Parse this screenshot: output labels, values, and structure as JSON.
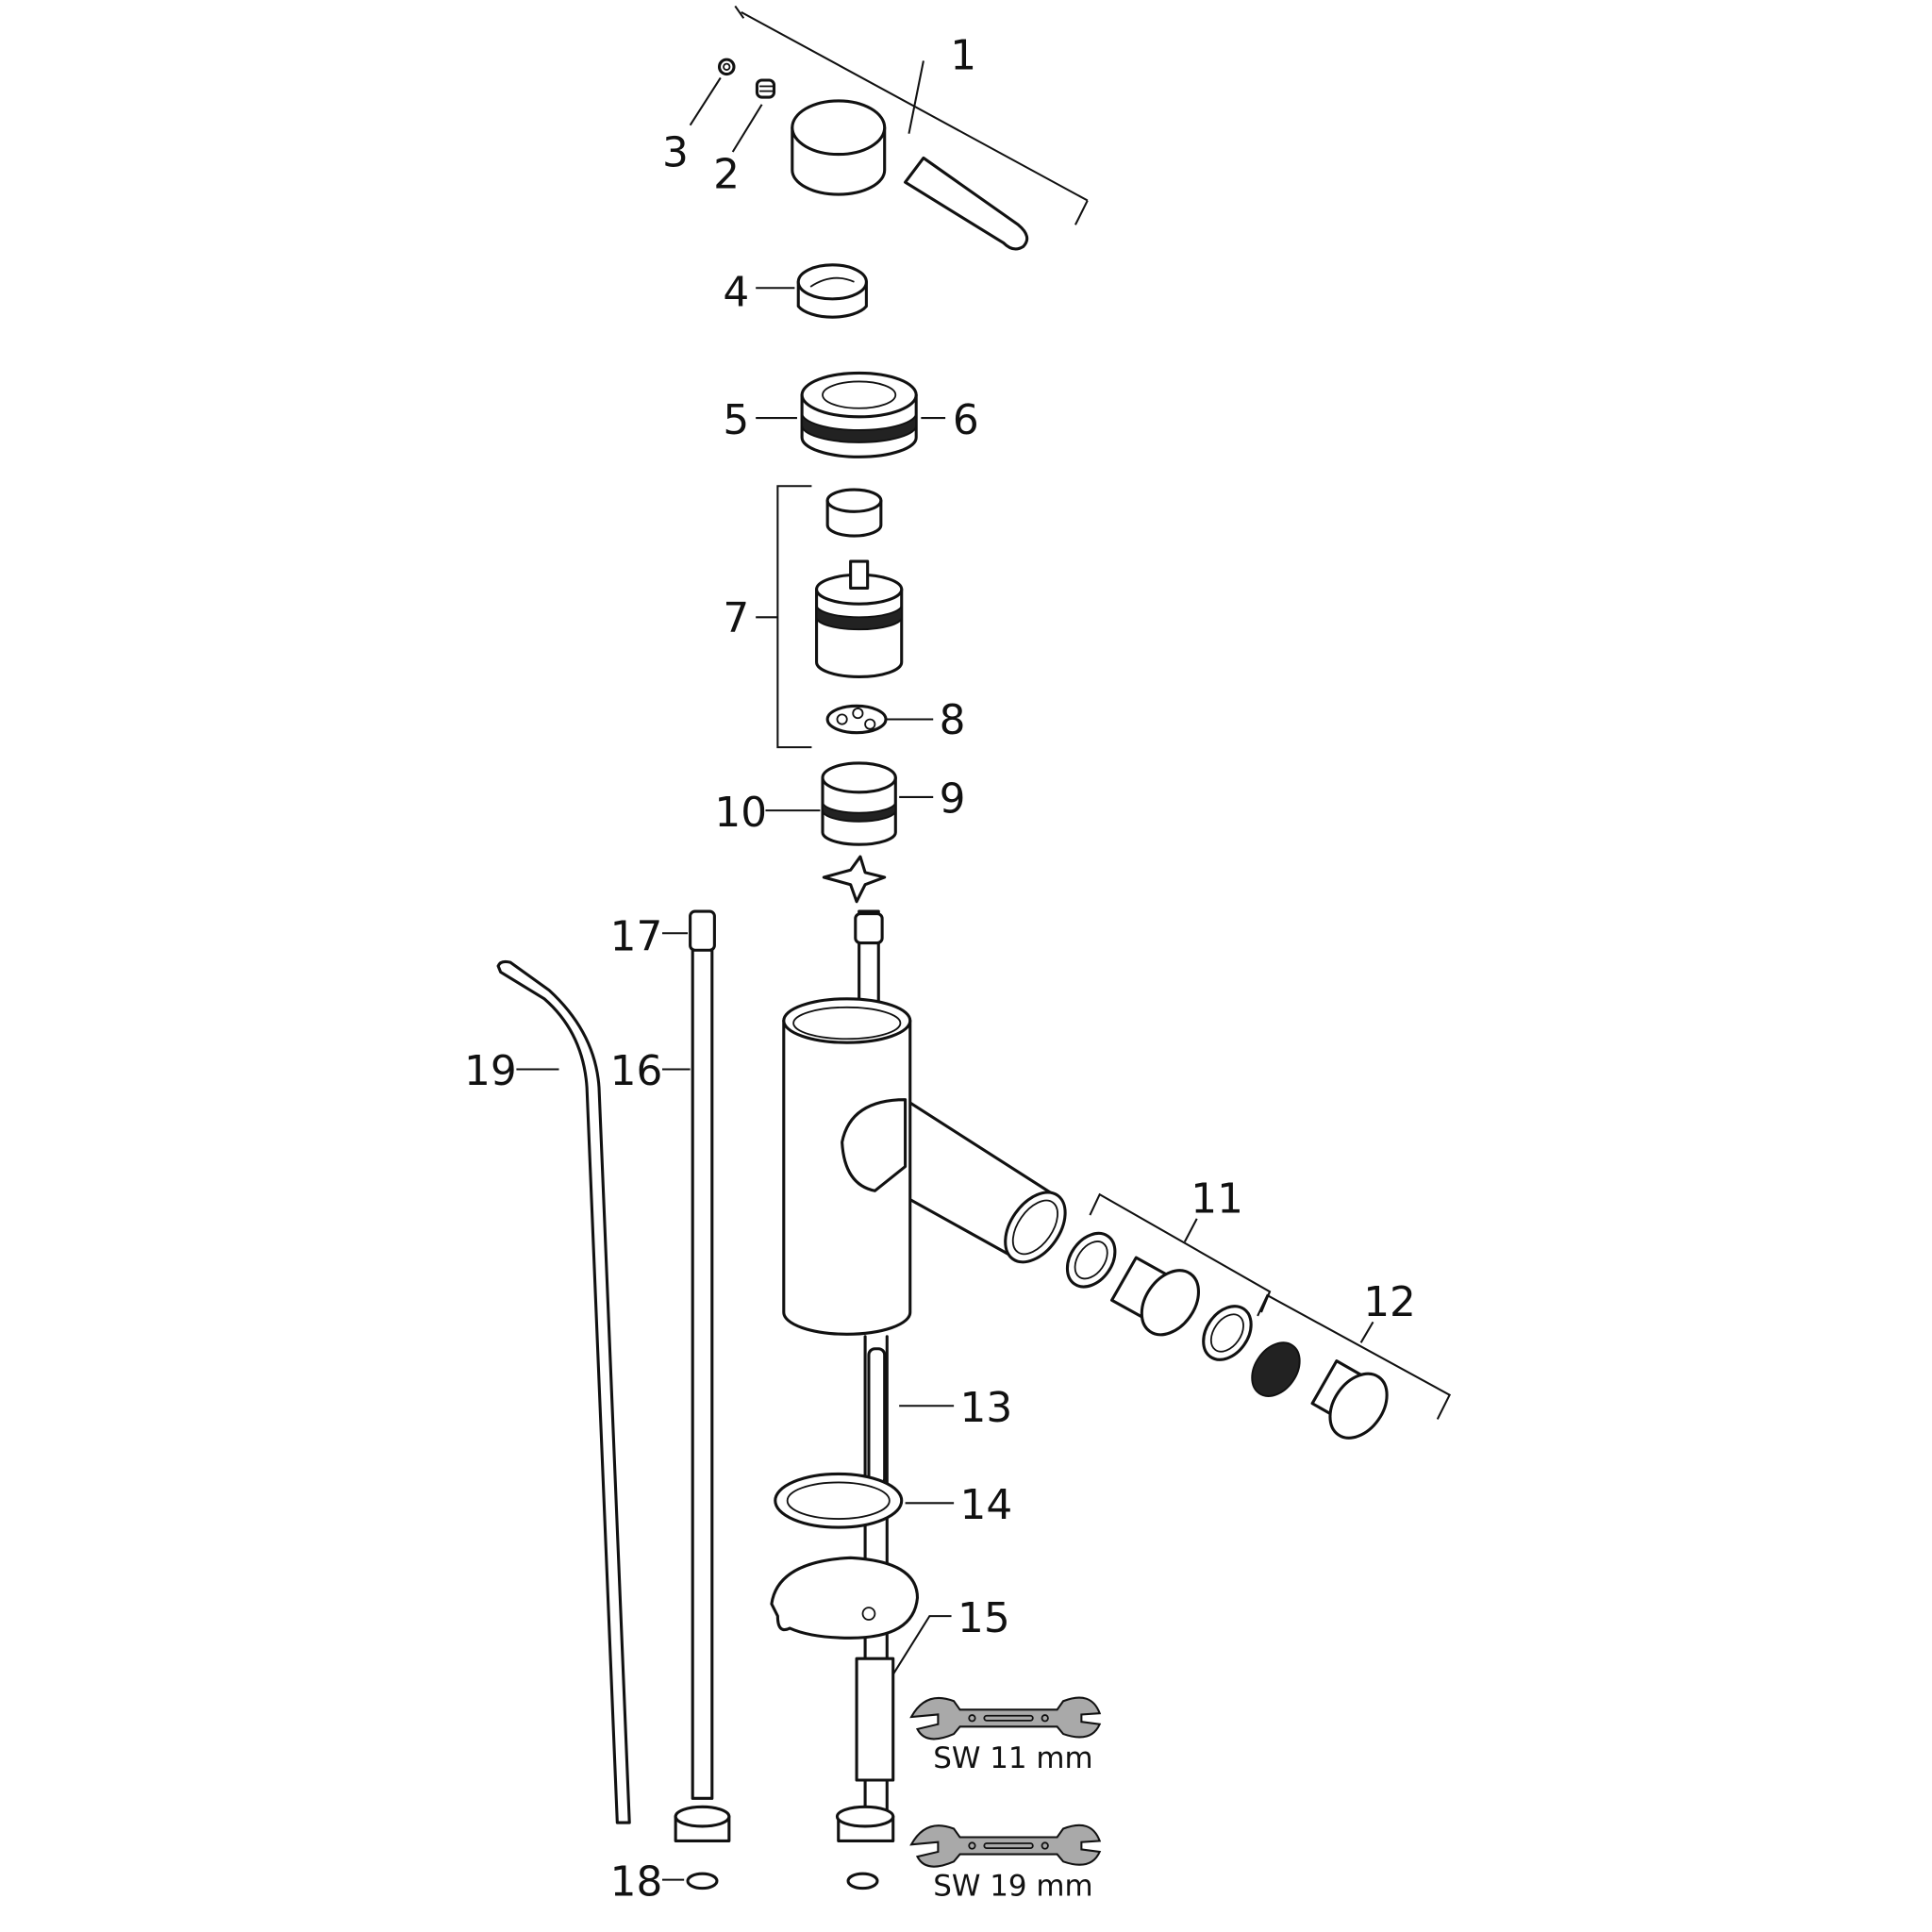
{
  "title": "Exploded parts diagram - bidet mixer",
  "callouts": {
    "p1": "1",
    "p2": "2",
    "p3": "3",
    "p4": "4",
    "p5": "5",
    "p6": "6",
    "p7": "7",
    "p8": "8",
    "p9": "9",
    "p10": "10",
    "p11": "11",
    "p12": "12",
    "p13": "13",
    "p14": "14",
    "p15": "15",
    "p16": "16",
    "p17": "17",
    "p18": "18",
    "p19": "19"
  },
  "tools": [
    {
      "icon": "wrench-icon",
      "label": "SW 11 mm"
    },
    {
      "icon": "wrench-icon",
      "label": "SW 19 mm"
    }
  ],
  "colors": {
    "line": "#111111",
    "wrench": "#a9a9a9",
    "background": "#ffffff"
  }
}
